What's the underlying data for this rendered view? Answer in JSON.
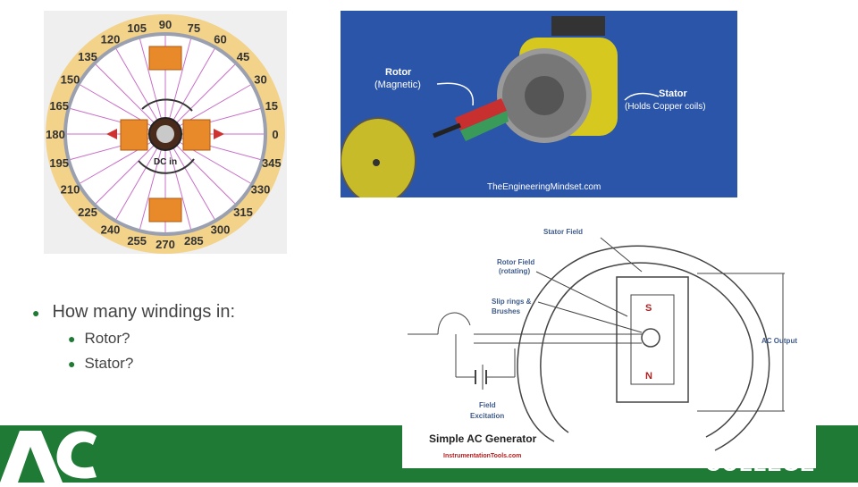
{
  "dial": {
    "angles": [
      "90",
      "75",
      "60",
      "45",
      "30",
      "15",
      "0",
      "345",
      "330",
      "315",
      "300",
      "285",
      "270",
      "255",
      "240",
      "225",
      "210",
      "195",
      "180",
      "165",
      "150",
      "135",
      "120",
      "105"
    ],
    "center_label": "DC in"
  },
  "rotor_photo": {
    "rotor_label": "Rotor",
    "rotor_sub": "(Magnetic)",
    "stator_label": "Stator",
    "stator_sub": "(Holds Copper coils)",
    "credit": "TheEngineeringMindset.com"
  },
  "generator_diagram": {
    "stator_field": "Stator Field",
    "rotor_field": "Rotor Field",
    "rotor_field_sub": "(rotating)",
    "slip_rings": "Slip rings &",
    "slip_rings_sub": "Brushes",
    "pole_s": "S",
    "pole_n": "N",
    "ac_output": "AC Output",
    "field": "Field",
    "excitation": "Excitation",
    "title": "Simple AC Generator",
    "credit": "InstrumentationTools.com"
  },
  "bullets": {
    "main": "How many windings in:",
    "sub": [
      "Rotor?",
      "Stator?"
    ]
  },
  "footer": {
    "logo_text": "AC",
    "college": "COLLEGE"
  }
}
